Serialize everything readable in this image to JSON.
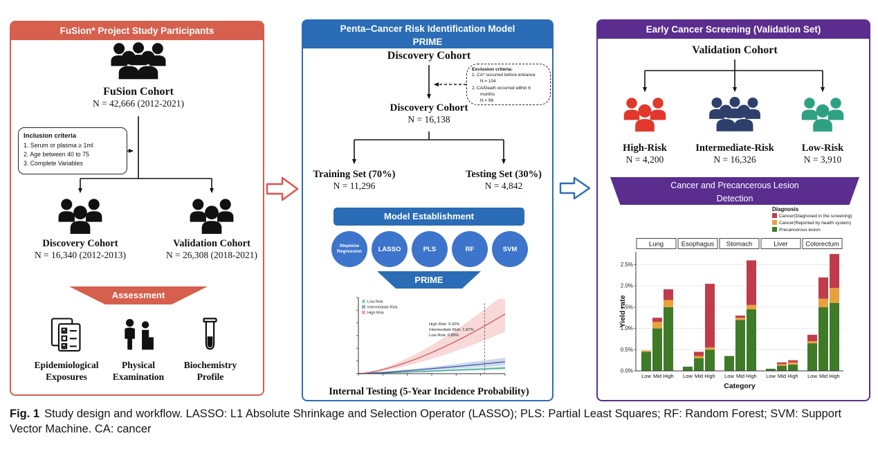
{
  "figure": {
    "caption_label": "Fig. 1",
    "caption_text": "Study design and workflow. LASSO: L1 Absolute Shrinkage and Selection Operator (LASSO); PLS: Partial Least Squares; RF: Random Forest; SVM: Support Vector Machine. CA: cancer"
  },
  "flow_arrows": {
    "left_color": "#E0514A",
    "right_color": "#2B6CB5"
  },
  "left_panel": {
    "title": "FuSion* Project Study Participants",
    "accent_color": "#D65F4D",
    "fusion_cohort": {
      "name": "FuSion Cohort",
      "n": "N = 42,666 (2012-2021)"
    },
    "inclusion": {
      "title": "Inclusion criteria",
      "items": [
        "1.   Serum or plasma ≥ 1ml",
        "2.   Age between 40 to 75",
        "3.   Complete Variables"
      ]
    },
    "discovery_cohort": {
      "name": "Discovery Cohort",
      "n": "N = 16,340 (2012-2013)"
    },
    "validation_cohort": {
      "name": "Validation Cohort",
      "n": "N = 26,308 (2018-2021)"
    },
    "assessment_banner": "Assessment",
    "assessments": [
      {
        "line1": "Epidemiological",
        "line2": "Exposures"
      },
      {
        "line1": "Physical",
        "line2": "Examination"
      },
      {
        "line1": "Biochemistry",
        "line2": "Profile"
      }
    ]
  },
  "middle_panel": {
    "title_line1": "Penta–Cancer Risk Identification Model",
    "title_line2": "PRIME",
    "accent_color": "#2A6CB5",
    "circle_color": "#3D74CC",
    "discovery_top": "Discovery Cohort",
    "exclusion": {
      "title": "Exclusion criteria:",
      "lines": [
        "1.  CA* occurred before entrance",
        "N = 104",
        "2.  CA/Death occurred within 6",
        "months",
        "N = 98"
      ]
    },
    "discovery_mid": {
      "name": "Discovery Cohort",
      "n": "N = 16,138"
    },
    "training_set": {
      "name": "Training Set (70%)",
      "n": "N = 11,296"
    },
    "testing_set": {
      "name": "Testing Set (30%)",
      "n": "N = 4,842"
    },
    "model_establishment_label": "Model Establishment",
    "models": [
      "Stepwise Regression",
      "LASSO",
      "PLS",
      "RF",
      "SVM"
    ],
    "prime_label": "PRIME",
    "footer": "Internal Testing (5-Year Incidence Probability)"
  },
  "right_panel": {
    "title": "Early Cancer Screening (Validation Set)",
    "accent_color": "#5A2D8E",
    "validation_header": "Validation Cohort",
    "risk_groups": [
      {
        "name": "High-Risk",
        "n": "N = 4,200",
        "color": "#E0392B"
      },
      {
        "name": "Intermediate-Risk",
        "n": "N = 16,326",
        "color": "#2E3F6B"
      },
      {
        "name": "Low-Risk",
        "n": "N = 3,910",
        "color": "#2FA183"
      }
    ],
    "banner_line1": "Cancer and Precancerous Lesion",
    "banner_line2": "Detection"
  },
  "chart_data": [
    {
      "type": "line",
      "context": "middle-panel internal testing cumulative incidence plot",
      "title": "",
      "xlabel": "",
      "ylabel": "",
      "x_range_years": [
        0,
        5
      ],
      "ylim_percent": [
        0,
        12
      ],
      "legend": [
        "Low Risk",
        "Intermediate Risk",
        "High Risk"
      ],
      "legend_position": "top-left",
      "series": [
        {
          "name": "Low Risk",
          "final_percent": 0.89,
          "color": "#3AA08A",
          "band_color": "#8FD4C5"
        },
        {
          "name": "Intermediate Risk",
          "final_percent": 1.87,
          "color": "#3F5FA8",
          "band_color": "#93A9D8"
        },
        {
          "name": "High Risk",
          "final_percent": 9.42,
          "color": "#D05A5A",
          "band_color": "#F0A8A8"
        }
      ],
      "annotations": [
        "High Risk: 9.42%",
        "Intermediate Risk: 1.87%",
        "Low Risk: 0.89%"
      ]
    },
    {
      "type": "bar",
      "stacked": true,
      "context": "right-panel cancer and precancerous lesion detection yield",
      "title": "",
      "xlabel": "Category",
      "ylabel": "Yield rate",
      "ylim_percent": [
        0,
        2.8
      ],
      "ytick_labels": [
        "0.0%",
        "0.5%",
        "1.0%",
        "1.5%",
        "2.0%",
        "2.5%"
      ],
      "facets": [
        "Lung",
        "Esophagus",
        "Stomach",
        "Liver",
        "Colorectum"
      ],
      "bar_categories": [
        "Low",
        "Mid",
        "High"
      ],
      "legend_title": "Diagnosis",
      "legend_position": "top-right",
      "segments": [
        {
          "label": "Cancer(Diagnosed in the screening)",
          "color": "#C13B4B"
        },
        {
          "label": "Cancer(Reported by health system)",
          "color": "#E9A23B"
        },
        {
          "label": "Precancerous lesion",
          "color": "#3E7A28"
        }
      ],
      "segment_order": "values arrays are bottom-to-top: [Precancerous lesion, Cancer reported by health system, Cancer diagnosed in the screening]",
      "values_percent": {
        "Lung": {
          "Low": [
            0.45,
            0.03,
            0.0
          ],
          "Mid": [
            1.0,
            0.15,
            0.1
          ],
          "High": [
            1.5,
            0.17,
            0.25
          ]
        },
        "Esophagus": {
          "Low": [
            0.1,
            0.0,
            0.0
          ],
          "Mid": [
            0.3,
            0.05,
            0.1
          ],
          "High": [
            0.5,
            0.05,
            1.5
          ]
        },
        "Stomach": {
          "Low": [
            0.35,
            0.0,
            0.0
          ],
          "Mid": [
            1.2,
            0.05,
            0.05
          ],
          "High": [
            1.45,
            0.1,
            1.05
          ]
        },
        "Liver": {
          "Low": [
            0.05,
            0.0,
            0.0
          ],
          "Mid": [
            0.12,
            0.04,
            0.04
          ],
          "High": [
            0.15,
            0.05,
            0.05
          ]
        },
        "Colorectum": {
          "Low": [
            0.65,
            0.05,
            0.15
          ],
          "Mid": [
            1.5,
            0.2,
            0.5
          ],
          "High": [
            1.6,
            0.35,
            0.8
          ]
        }
      }
    }
  ]
}
